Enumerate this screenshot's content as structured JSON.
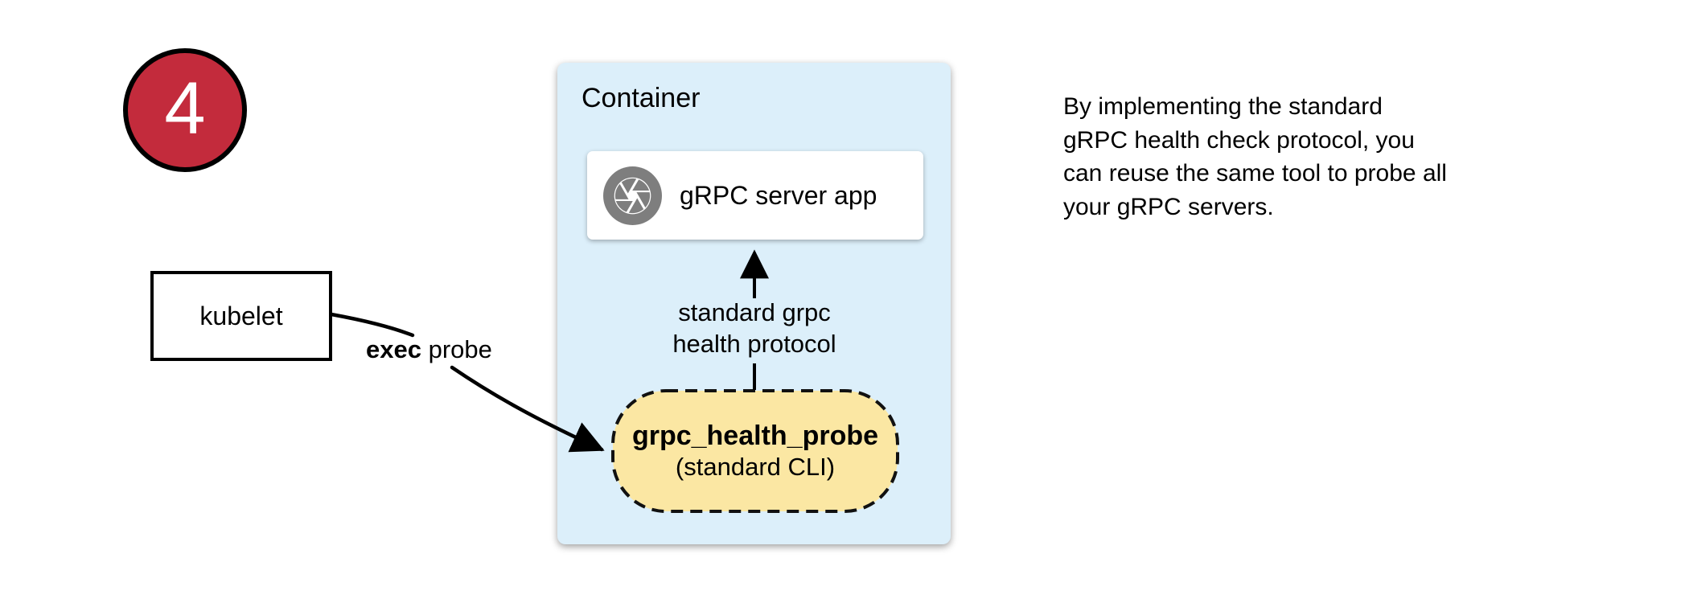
{
  "step_badge": {
    "number": "4"
  },
  "kubelet": {
    "label": "kubelet"
  },
  "container": {
    "title": "Container"
  },
  "server_box": {
    "icon": "aperture-icon",
    "label": "gRPC server app"
  },
  "probe_box": {
    "title": "grpc_health_probe",
    "subtitle": "(standard CLI)"
  },
  "edges": {
    "exec_probe": {
      "bold": "exec",
      "rest": " probe"
    },
    "health_protocol": {
      "line1": "standard grpc",
      "line2": "health protocol"
    }
  },
  "note": {
    "lines": [
      "By implementing the standard",
      "gRPC health check protocol, you",
      "can reuse the same tool to probe all",
      "your gRPC servers."
    ]
  },
  "colors": {
    "badge_red": "#c32b3c",
    "container_blue": "#dcEFfa",
    "probe_yellow": "#fbe7a3",
    "icon_gray": "#7e7e7e",
    "arrow_black": "#000000"
  }
}
